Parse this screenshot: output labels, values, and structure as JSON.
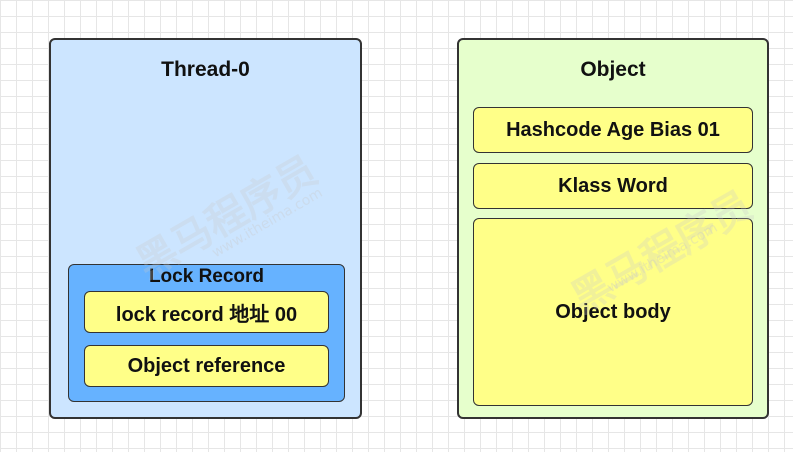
{
  "thread": {
    "title": "Thread-0",
    "lock_record": {
      "title": "Lock Record",
      "lock_record_address": "lock  record 地址 00",
      "object_reference": "Object reference"
    }
  },
  "object": {
    "title": "Object",
    "mark_word": "Hashcode Age Bias 01",
    "klass_word": "Klass Word",
    "object_body": "Object body"
  },
  "watermark": {
    "text": "黑马程序员",
    "url": "www.itheima.com"
  },
  "colors": {
    "thread_fill": "#cce5ff",
    "lock_record_fill": "#66b2ff",
    "object_fill": "#e6ffcc",
    "field_fill": "#ffff88",
    "border": "#333333"
  }
}
